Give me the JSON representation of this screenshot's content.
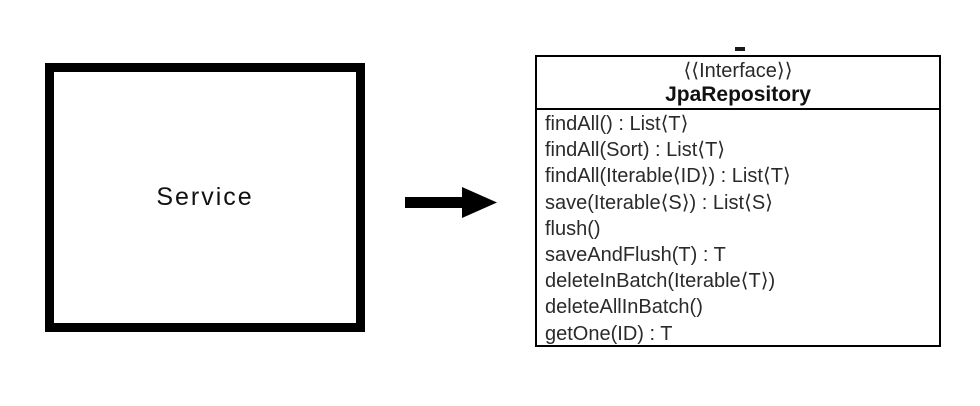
{
  "colors": {
    "line": "#000000",
    "background": "#ffffff"
  },
  "service_box": {
    "label": "Service"
  },
  "arrow": {
    "direction": "right"
  },
  "interface_box": {
    "stereotype": "⟨⟨Interface⟩⟩",
    "name": "JpaRepository",
    "methods": [
      "findAll() : List⟨T⟩",
      "findAll(Sort) : List⟨T⟩",
      "findAll(Iterable⟨ID⟩) : List⟨T⟩",
      "save(Iterable⟨S⟩) : List⟨S⟩",
      "flush()",
      "saveAndFlush(T) : T",
      "deleteInBatch(Iterable⟨T⟩)",
      "deleteAllInBatch()",
      "getOne(ID) : T"
    ]
  }
}
